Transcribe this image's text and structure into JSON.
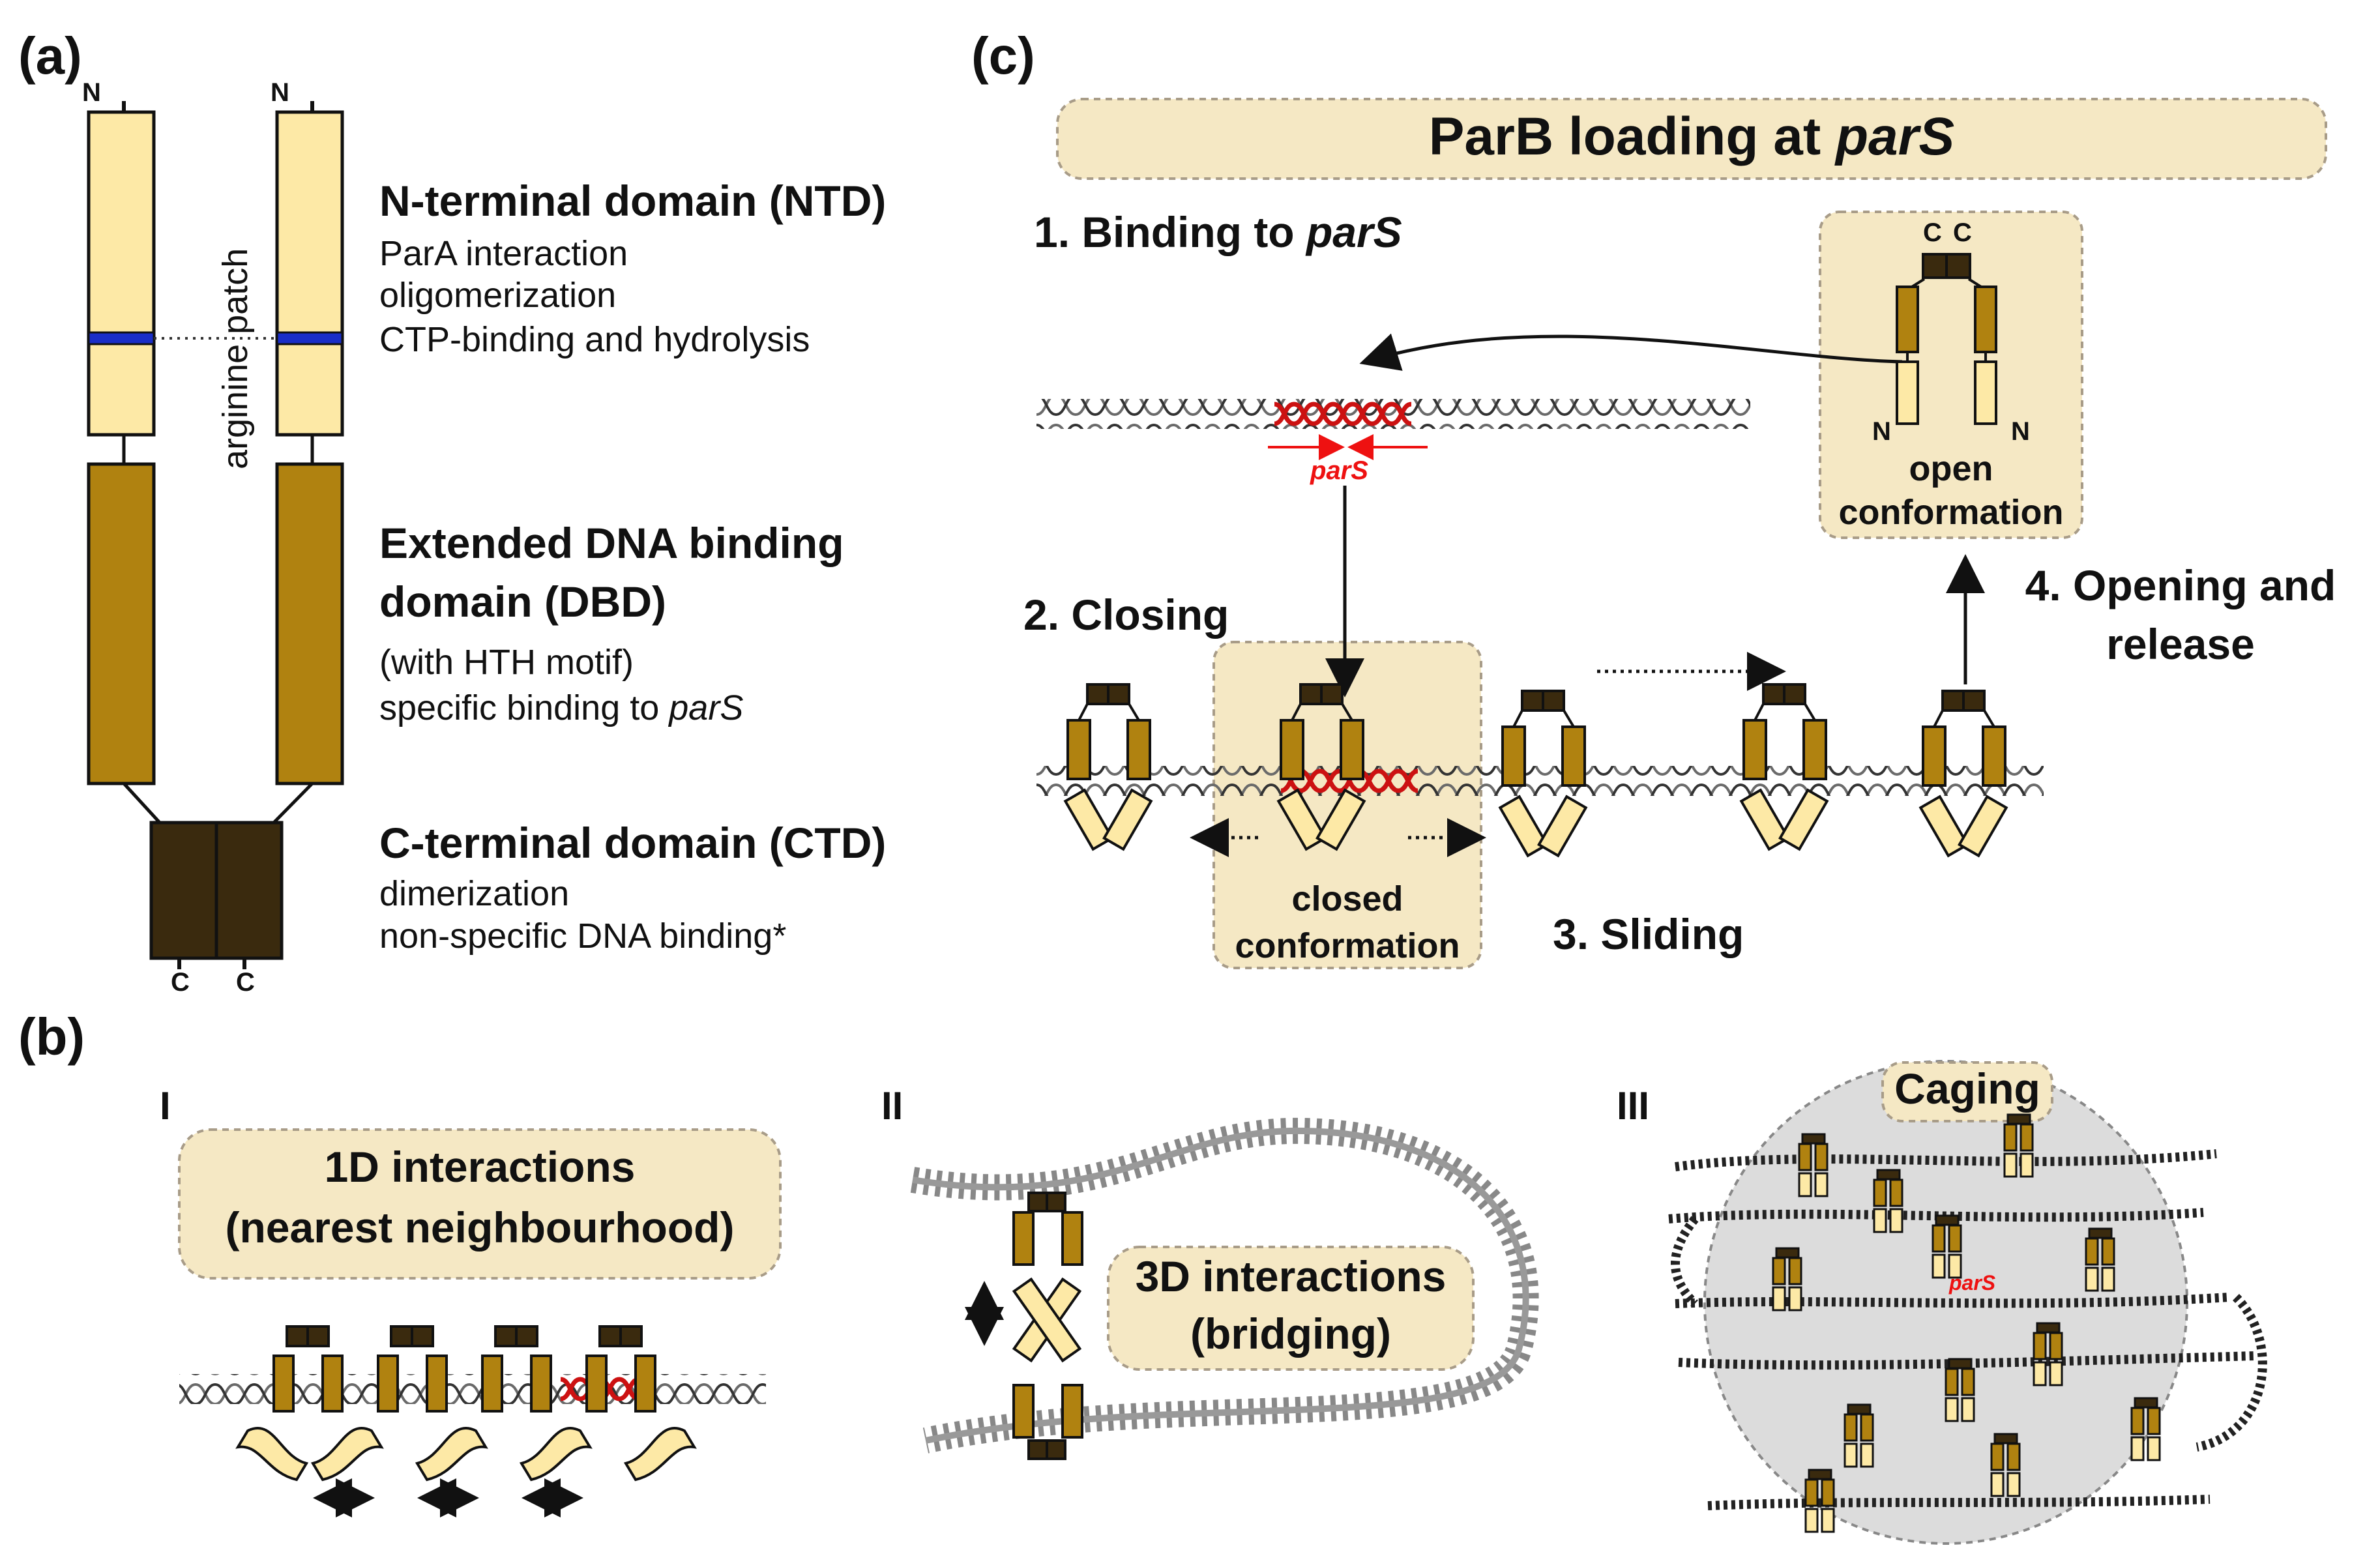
{
  "panels": {
    "a": "(a)",
    "b": "(b)",
    "c": "(c)"
  },
  "panel_a": {
    "n_label": "N",
    "c_label": "C",
    "arginine_patch": "arginine patch",
    "ntd": {
      "title": "N-terminal domain (NTD)",
      "lines": [
        "ParA interaction",
        "oligomerization",
        "CTP-binding and hydrolysis"
      ]
    },
    "dbd": {
      "title_1": "Extended DNA binding",
      "title_2": "domain (DBD)",
      "line_1": "(with HTH motif)",
      "line_2_pre": "specific binding to ",
      "line_2_it": "parS"
    },
    "ctd": {
      "title": "C-terminal domain (CTD)",
      "lines": [
        "dimerization",
        "non-specific DNA binding*"
      ]
    }
  },
  "panel_c": {
    "banner_pre": "ParB loading at ",
    "banner_it": "parS",
    "step1_pre": "1. Binding to ",
    "step1_it": "parS",
    "step2": "2. Closing",
    "step3": "3. Sliding",
    "step4_1": "4. Opening and",
    "step4_2": "release",
    "pars_label": "parS",
    "open_1": "open",
    "open_2": "conformation",
    "closed_1": "closed",
    "closed_2": "conformation",
    "c_label": "C",
    "n_label": "N"
  },
  "panel_b": {
    "I": "I",
    "II": "II",
    "III": "III",
    "i_box_1": "1D interactions",
    "i_box_2": "(nearest neighbourhood)",
    "ii_box_1": "3D interactions",
    "ii_box_2": "(bridging)",
    "iii_box": "Caging",
    "iii_pars": "parS"
  },
  "colors": {
    "ntd": "#fde9a6",
    "dbd": "#b08210",
    "ctd": "#3a2a0e",
    "arginine": "#1a2ec8",
    "banner": "#f5e8c4",
    "pars": "#e11111",
    "cage": "#dcdcdc"
  }
}
